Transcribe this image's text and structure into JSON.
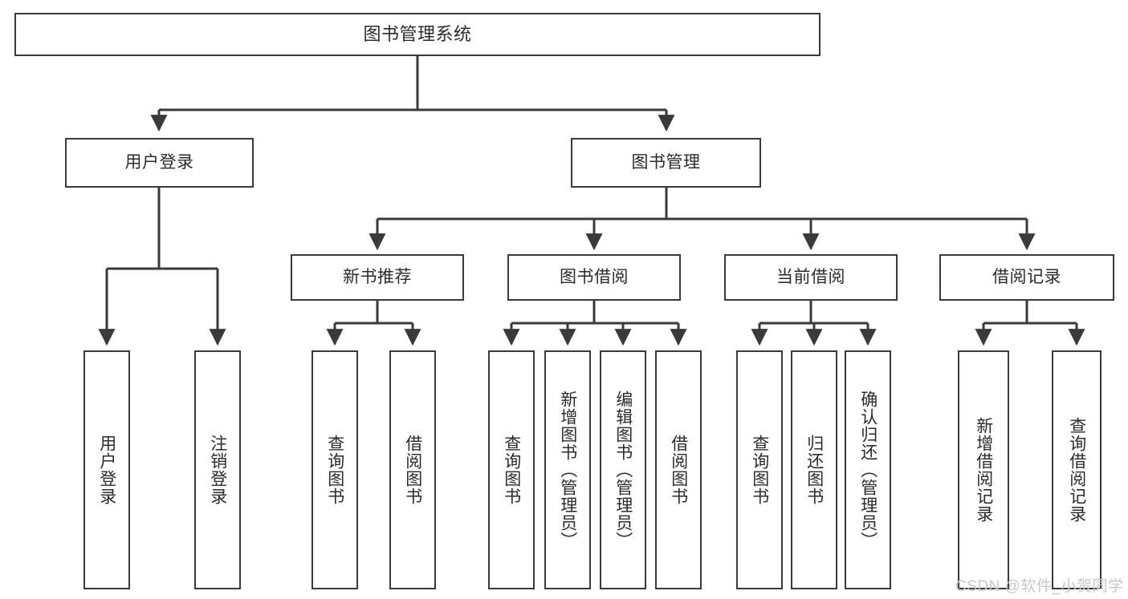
{
  "diagram": {
    "title": "图书管理系统",
    "type": "tree-hierarchy",
    "watermark": "CSDN @软件_小贺同学",
    "colors": {
      "box_border": "#3a3a3a",
      "box_fill": "#ffffff",
      "connector": "#3a3a3a",
      "text": "#2b2b2b",
      "watermark": "#c9c9c9",
      "background": "#ffffff"
    }
  },
  "nodes": {
    "root": {
      "label": "图书管理系统"
    },
    "level2": [
      {
        "id": "user-login",
        "label": "用户登录"
      },
      {
        "id": "book-management",
        "label": "图书管理"
      }
    ],
    "level3": [
      {
        "id": "new-book-recommend",
        "label": "新书推荐"
      },
      {
        "id": "book-borrow",
        "label": "图书借阅"
      },
      {
        "id": "current-borrow",
        "label": "当前借阅"
      },
      {
        "id": "borrow-record",
        "label": "借阅记录"
      }
    ],
    "leaves": {
      "user-login": [
        {
          "id": "leaf-user-login",
          "label": "用户登录"
        },
        {
          "id": "leaf-logout-login",
          "label": "注销登录"
        }
      ],
      "new-book-recommend": [
        {
          "id": "leaf-query-book-1",
          "label": "查询图书"
        },
        {
          "id": "leaf-borrow-book-1",
          "label": "借阅图书"
        }
      ],
      "book-borrow": [
        {
          "id": "leaf-query-book-2",
          "label": "查询图书"
        },
        {
          "id": "leaf-add-book",
          "label": "新增图书（管理员）"
        },
        {
          "id": "leaf-edit-book",
          "label": "编辑图书（管理员）"
        },
        {
          "id": "leaf-borrow-book-2",
          "label": "借阅图书"
        }
      ],
      "current-borrow": [
        {
          "id": "leaf-query-book-3",
          "label": "查询图书"
        },
        {
          "id": "leaf-return-book",
          "label": "归还图书"
        },
        {
          "id": "leaf-confirm-return",
          "label": "确认归还（管理员）"
        }
      ],
      "borrow-record": [
        {
          "id": "leaf-add-record",
          "label": "新增借阅记录"
        },
        {
          "id": "leaf-query-record",
          "label": "查询借阅记录"
        }
      ]
    }
  }
}
